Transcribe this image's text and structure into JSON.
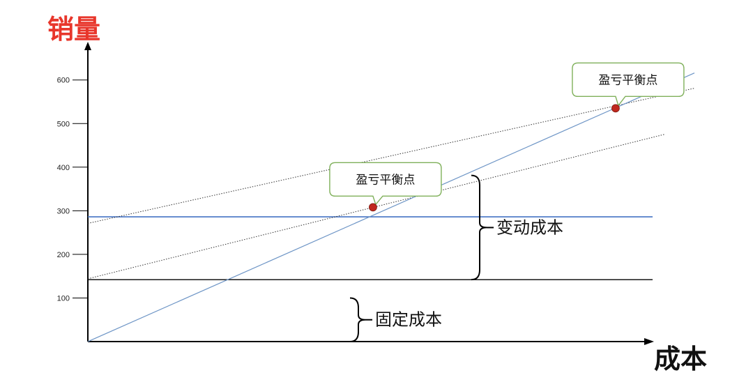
{
  "chart_data": {
    "type": "line",
    "title": "",
    "ylabel": "销量",
    "xlabel": "成本",
    "ylim": [
      0,
      700
    ],
    "y_ticks": [
      100,
      200,
      300,
      400,
      500,
      600
    ],
    "colors": {
      "ylabel": "#e8362b",
      "axis": "#000000",
      "total_cost_line": "#6e95c6",
      "variable_cost_line": "#4472c4",
      "dotted_lines": "#333333",
      "marker": "#c0281e",
      "bubble_border": "#7fb05a"
    },
    "lines": {
      "fixed_cost_level": 142,
      "variable_cost_level": 286,
      "total_cost_line": [
        [
          0,
          0
        ],
        [
          100,
          616
        ]
      ],
      "dotted_line_upper": [
        [
          0,
          271
        ],
        [
          100,
          581
        ]
      ],
      "dotted_line_lower": [
        [
          0,
          144
        ],
        [
          95,
          475
        ]
      ]
    },
    "annotations": [
      {
        "label": "盈亏平衡点",
        "point": [
          47,
          308
        ]
      },
      {
        "label": "盈亏平衡点",
        "point": [
          87,
          535
        ]
      }
    ],
    "brackets": [
      {
        "label": "变动成本",
        "range": [
          142,
          381
        ]
      },
      {
        "label": "固定成本",
        "range": [
          0,
          100
        ]
      }
    ]
  }
}
